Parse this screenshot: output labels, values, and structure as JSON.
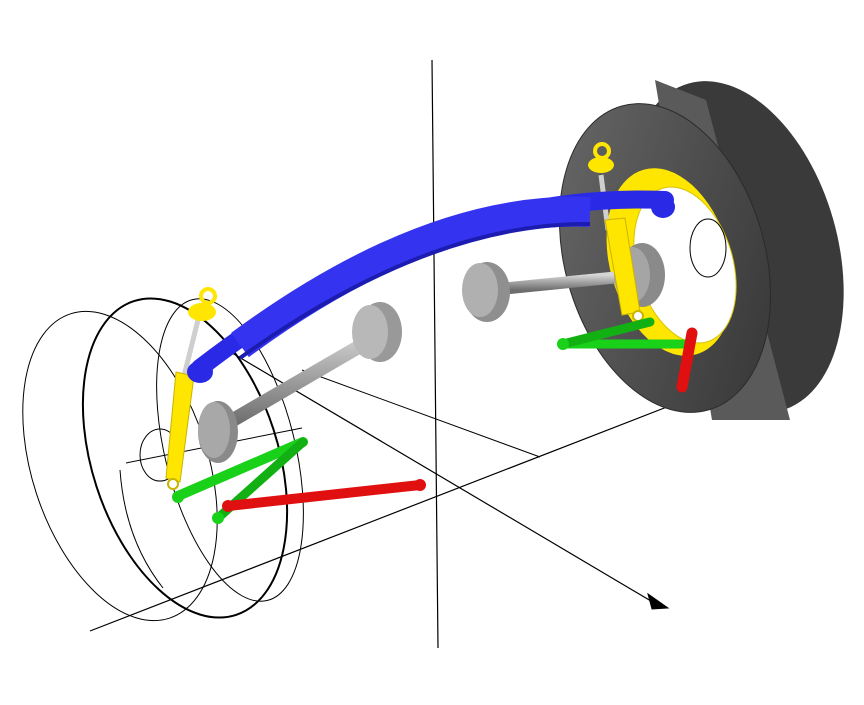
{
  "colors": {
    "background": "#ffffff",
    "axis": "#000000",
    "leaf_spring": "#2a2ae6",
    "damper": "#ffe600",
    "lower_arm": "#19d119",
    "tie_rod": "#e01010",
    "axle": "#9a9a9a",
    "tire": "#4a4a4a",
    "rim": "#ffe600",
    "hub": "#ffffff"
  },
  "components": [
    {
      "id": "leaf-spring",
      "icon": "leaf-spring-icon"
    },
    {
      "id": "damper",
      "icon": "shock-absorber-icon"
    },
    {
      "id": "lower-arm",
      "icon": "control-arm-icon"
    },
    {
      "id": "tie-rod",
      "icon": "tie-rod-icon"
    },
    {
      "id": "axle",
      "icon": "axle-icon"
    },
    {
      "id": "tire",
      "icon": "tire-icon"
    }
  ]
}
